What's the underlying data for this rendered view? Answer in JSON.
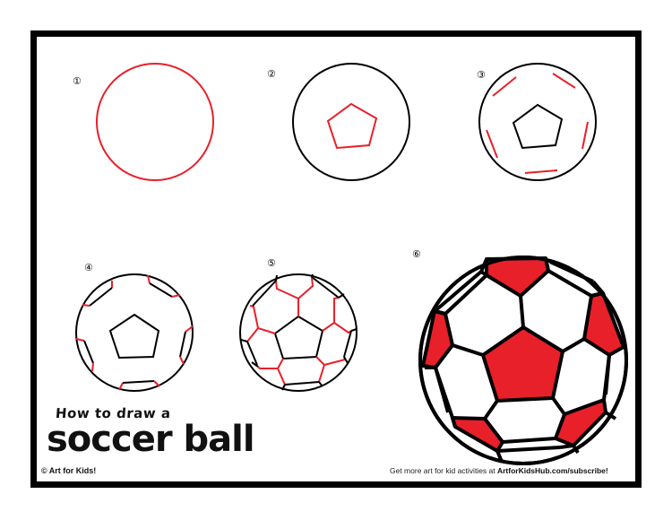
{
  "page": {
    "title_line1": "How to draw a",
    "title_line2": "soccer ball",
    "copyright": "© Art for Kids!",
    "footer_prefix": "Get more art for kid activities at ",
    "footer_link": "ArtforKidsHub.com/subscribe!"
  },
  "steps": [
    {
      "number": "1",
      "label": "①"
    },
    {
      "number": "2",
      "label": "②"
    },
    {
      "number": "3",
      "label": "③"
    },
    {
      "number": "4",
      "label": "④"
    },
    {
      "number": "5",
      "label": "⑤"
    },
    {
      "number": "6",
      "label": "⑥"
    }
  ],
  "colors": {
    "accent_red": "#e8202a",
    "outline": "#000000",
    "background": "#ffffff"
  }
}
